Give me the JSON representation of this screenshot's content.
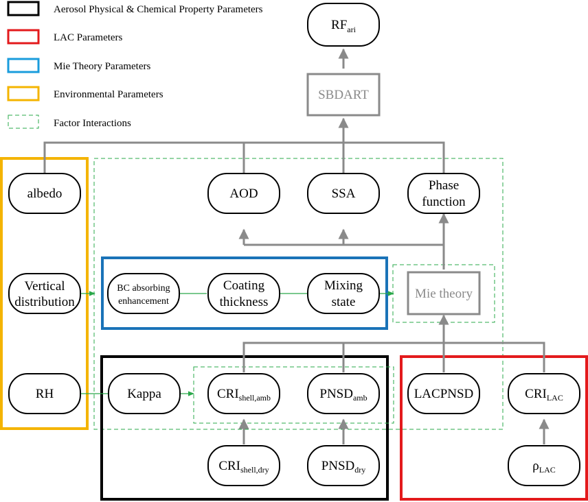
{
  "legend": [
    {
      "label": "Aerosol Physical & Chemical Property Parameters",
      "color": "#000000",
      "style": "solid"
    },
    {
      "label": "LAC Parameters",
      "color": "#e31a1c",
      "style": "solid"
    },
    {
      "label": "Mie Theory Parameters",
      "color": "#1a73b8",
      "style": "solid"
    },
    {
      "label": "Environmental Parameters",
      "color": "#f4b400",
      "style": "solid"
    },
    {
      "label": "Factor Interactions",
      "color": "#2aa84a",
      "style": "dashed"
    }
  ],
  "nodes": {
    "rf_ari": {
      "main": "RF",
      "sub": "ari"
    },
    "sbdart": "SBDART",
    "albedo": "albedo",
    "aod": "AOD",
    "ssa": "SSA",
    "phase_function": [
      "Phase",
      "function"
    ],
    "vertical_distribution": [
      "Vertical",
      "distribution"
    ],
    "bc_absorbing": [
      "BC absorbing",
      "enhancement"
    ],
    "coating_thickness": [
      "Coating",
      "thickness"
    ],
    "mixing_state": [
      "Mixing",
      "state"
    ],
    "mie_theory": "Mie theory",
    "rh": "RH",
    "kappa": "Kappa",
    "cri_shell_amb": {
      "main": "CRI",
      "sub": "shell,amb"
    },
    "pnsd_amb": {
      "main": "PNSD",
      "sub": "amb"
    },
    "lacpnsd": "LACPNSD",
    "cri_lac": {
      "main": "CRI",
      "sub": "LAC"
    },
    "cri_shell_dry": {
      "main": "CRI",
      "sub": "shell,dry"
    },
    "pnsd_dry": {
      "main": "PNSD",
      "sub": "dry"
    },
    "rho_lac": {
      "main": "ρ",
      "sub": "LAC"
    }
  }
}
